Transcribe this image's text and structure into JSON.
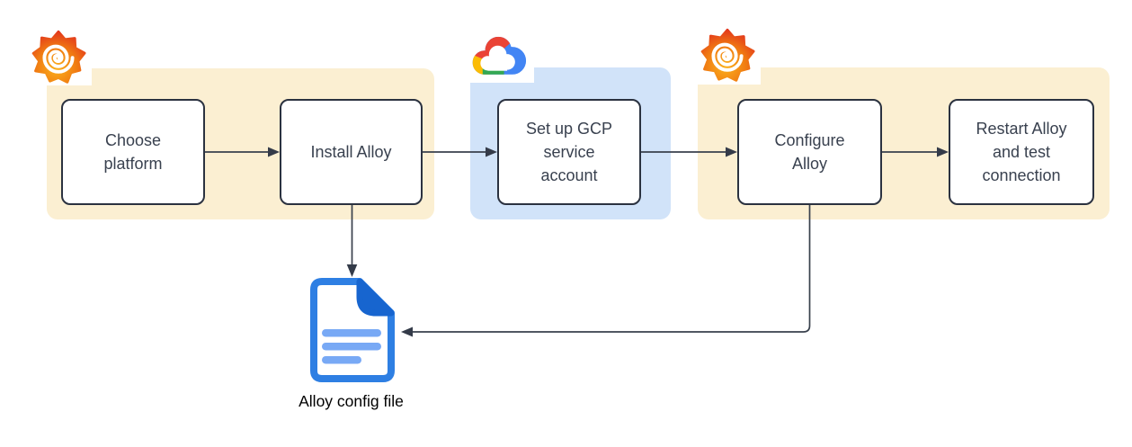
{
  "diagram": {
    "type": "flowchart",
    "lanes": [
      {
        "name": "grafana-install-stage",
        "icon": "grafana-logo",
        "color": "#FBEFD2"
      },
      {
        "name": "gcp-setup-stage",
        "icon": "google-cloud-logo",
        "color": "#D1E3F9"
      },
      {
        "name": "grafana-configure-stage",
        "icon": "grafana-logo",
        "color": "#FBEFD2"
      }
    ],
    "nodes": [
      {
        "id": "choose-platform",
        "label": "Choose platform"
      },
      {
        "id": "install-alloy",
        "label": "Install Alloy"
      },
      {
        "id": "setup-gcp-service-account",
        "label": "Set up GCP service account"
      },
      {
        "id": "configure-alloy",
        "label": "Configure Alloy"
      },
      {
        "id": "restart-alloy-test-connection",
        "label": "Restart Alloy and test connection"
      }
    ],
    "artifact": {
      "id": "alloy-config-file",
      "icon": "document-icon",
      "label": "Alloy config file"
    },
    "edges": [
      {
        "from": "choose-platform",
        "to": "install-alloy"
      },
      {
        "from": "install-alloy",
        "to": "setup-gcp-service-account"
      },
      {
        "from": "setup-gcp-service-account",
        "to": "configure-alloy"
      },
      {
        "from": "configure-alloy",
        "to": "restart-alloy-test-connection"
      },
      {
        "from": "install-alloy",
        "to": "alloy-config-file"
      },
      {
        "from": "configure-alloy",
        "to": "alloy-config-file"
      }
    ],
    "colors": {
      "lane_yellow": "#FBEFD2",
      "lane_blue": "#D1E3F9",
      "node_fill": "#FFFFFF",
      "node_border": "#2B3240",
      "node_text": "#39414F",
      "edge": "#39414D",
      "doc_outline": "#2E7FE3",
      "doc_fold": "#1765CF",
      "doc_lines": "#78A9F5",
      "grafana_orange": "#F07A12",
      "gcp_blue": "#4285F4",
      "gcp_red": "#EA4335",
      "gcp_yellow": "#FBBC05",
      "gcp_green": "#34A853"
    }
  }
}
